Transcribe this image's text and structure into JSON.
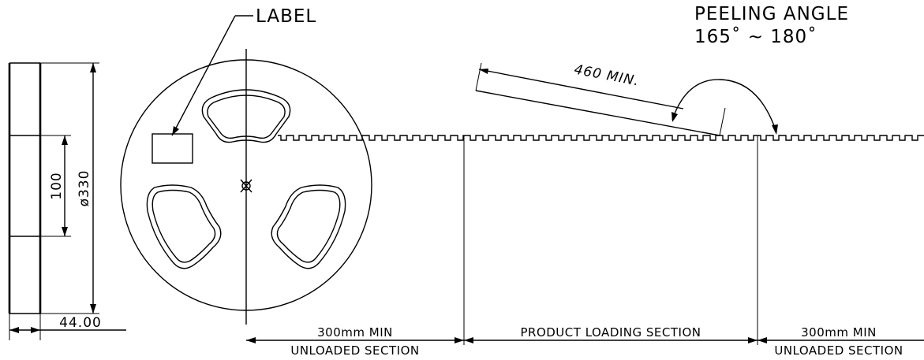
{
  "labels": {
    "label": "LABEL",
    "peeling_line1": "PEELING ANGLE",
    "peeling_line2": "165˚ ~ 180˚",
    "leader_length": "460 MIN.",
    "dim_hub": "100",
    "dim_diameter": "ø330",
    "dim_width": "44.00",
    "left_top": "300mm MIN",
    "left_bottom": "UNLOADED SECTION",
    "center": "PRODUCT LOADING SECTION",
    "right_top": "300mm MIN",
    "right_bottom": "UNLOADED SECTION"
  },
  "colors": {
    "stroke": "#000000",
    "background": "#ffffff"
  }
}
